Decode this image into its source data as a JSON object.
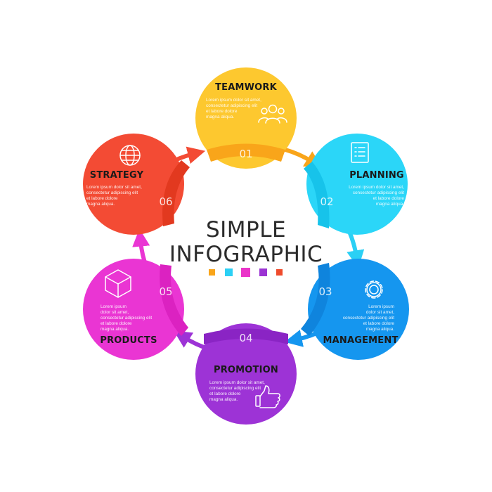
{
  "center": {
    "title_line1": "SIMPLE",
    "title_line2": "INFOGRAPHIC",
    "swatches": [
      "#f9a51a",
      "#2bd0f5",
      "#ea35c9",
      "#9b33d3",
      "#ef4b2c"
    ]
  },
  "steps": [
    {
      "number": "01",
      "title": "TEAMWORK",
      "color": "#fdc82f",
      "icon": "team-icon",
      "body": [
        "Lorem ipsum dolor sit amet,",
        "consectetur adipiscing elit",
        "et labore dolore",
        "magna aliqua."
      ]
    },
    {
      "number": "02",
      "title": "PLANNING",
      "color": "#2bd6f8",
      "icon": "checklist-icon",
      "body": [
        "Lorem ipsum dolor sit amet,",
        "consectetur adipiscing elit",
        "et labore dolore",
        "magna aliqua."
      ]
    },
    {
      "number": "03",
      "title": "MANAGEMENT",
      "color": "#1596ef",
      "icon": "gear-icon",
      "body": [
        "Lorem ipsum",
        "dolor sit amet,",
        "consectetur adipiscing elit",
        "et labore dolore",
        "magna aliqua."
      ]
    },
    {
      "number": "04",
      "title": "PROMOTION",
      "color": "#9d33d6",
      "icon": "thumbs-up-icon",
      "body": [
        "Lorem ipsum dolor sit amet,",
        "consectetur adipiscing elit",
        "et labore dolore",
        "magna aliqua."
      ]
    },
    {
      "number": "05",
      "title": "PRODUCTS",
      "color": "#ea35d3",
      "icon": "cube-icon",
      "body": [
        "Lorem ipsum",
        "dolor sit amet,",
        "consectetur adipiscing elit",
        "et labore dolore",
        "magna aliqua."
      ]
    },
    {
      "number": "06",
      "title": "STRATEGY",
      "color": "#f34b34",
      "icon": "globe-icon",
      "body": [
        "Lorem ipsum dolor sit amet,",
        "consectetur adipiscing elit",
        "et labore dolore",
        "magna aliqua."
      ]
    }
  ]
}
